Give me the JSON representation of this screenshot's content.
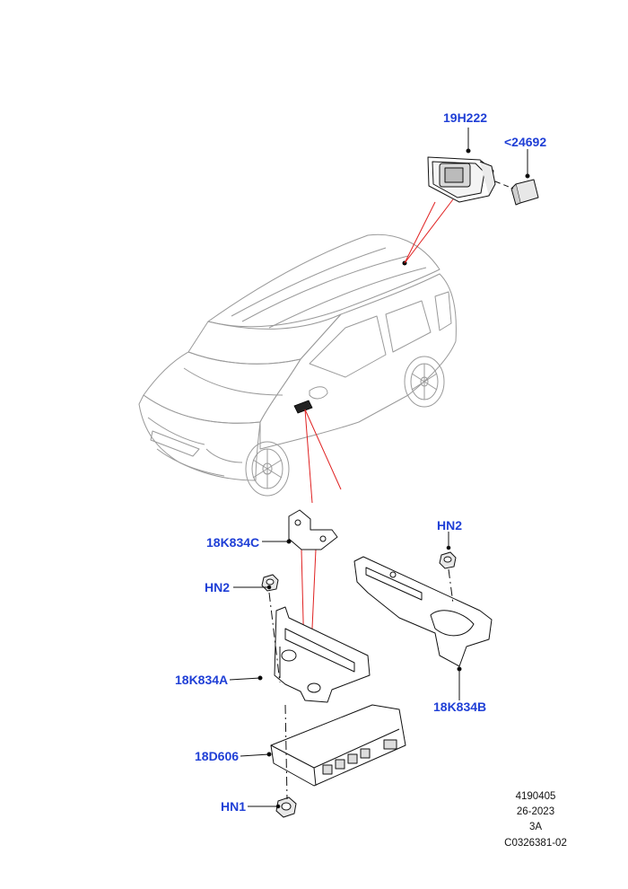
{
  "callouts": {
    "camera_part": "19H222",
    "connector_part": "<24692",
    "bracket_c": "18K834C",
    "nut_top_right": "HN2",
    "nut_left": "HN2",
    "bracket_a": "18K834A",
    "bracket_b": "18K834B",
    "module": "18D606",
    "nut_bottom": "HN1"
  },
  "footer": {
    "ref_number": "4190405",
    "date_code": "26-2023",
    "sheet": "3A",
    "illustration_id": "C0326381-02"
  },
  "colors": {
    "callout_text": "#1f3fd6",
    "leader_lines": "#e02020",
    "part_lines": "#111111",
    "vehicle_lines": "#9a9a9a"
  }
}
